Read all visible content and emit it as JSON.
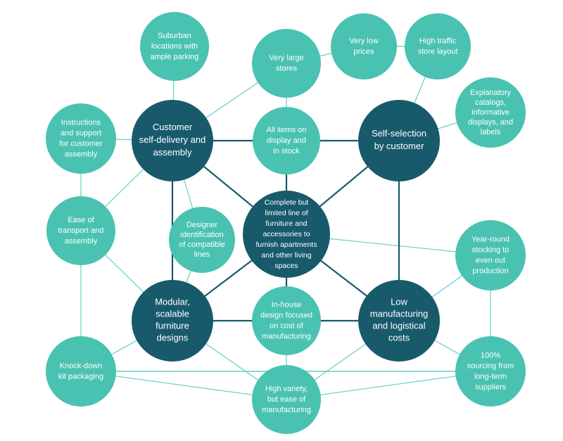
{
  "colors": {
    "core": "#185a6c",
    "activity": "#4ac2b1",
    "link": "#62cfbe",
    "text": "#ffffff"
  },
  "nodes": {
    "complete_line": "Complete but limited line of furniture and accessories to furnish apartments and other living spaces",
    "customer_self_delivery": "Customer self-delivery and assembly",
    "self_selection": "Self-selection by customer",
    "modular_designs": "Modular, scalable furniture designs",
    "low_costs": "Low manufacturing and logistical costs",
    "suburban_locations": "Suburban locations with ample parking",
    "very_large_stores": "Very large stores",
    "very_low_prices": "Very low prices",
    "high_traffic_layout": "High traffic store layout",
    "explanatory_catalogs": "Explanatory catalogs, informative displays, and labels",
    "instructions_support": "Instructions and support for customer assembly",
    "items_on_display": "All items on display and in stock",
    "ease_of_transport": "Ease of transport and assembly",
    "designer_identification": "Designer identification of compatible lines",
    "year_round_stocking": "Year-round stocking to even out production",
    "in_house_design": "In-house design focused on cost of manufacturing",
    "knock_down_packaging": "Knock-down kit packaging",
    "sourcing_suppliers": "100% sourcing from long-term suppliers",
    "high_variety": "High variety, but ease of manufacturing"
  }
}
